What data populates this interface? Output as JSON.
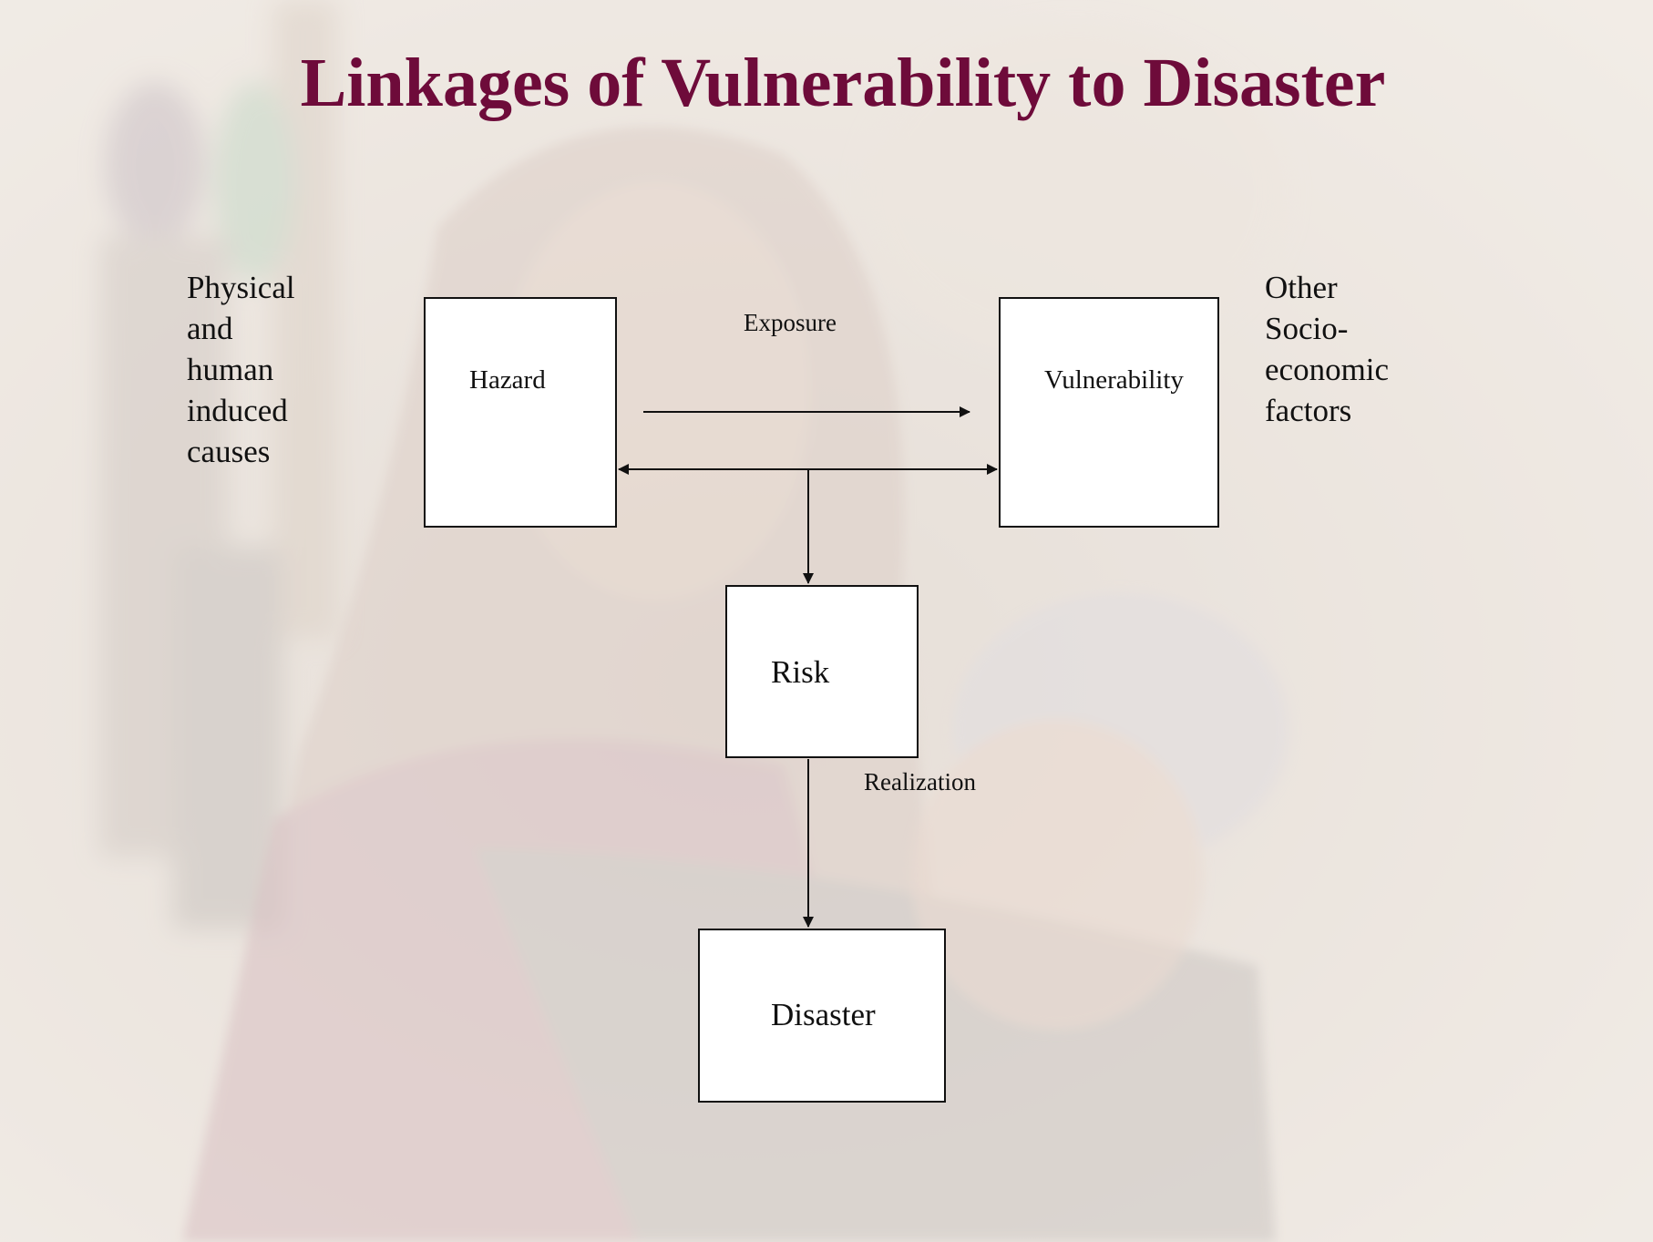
{
  "slide": {
    "title": "Linkages of Vulnerability to Disaster"
  },
  "left_note": {
    "lines": [
      "Physical",
      "and",
      "human",
      "induced",
      "causes"
    ]
  },
  "right_note": {
    "lines": [
      "Other",
      "Socio-",
      "economic",
      "factors"
    ]
  },
  "diagram": {
    "nodes": {
      "hazard": "Hazard",
      "vulnerability": "Vulnerability",
      "risk": "Risk",
      "disaster": "Disaster"
    },
    "edge_labels": {
      "exposure": "Exposure",
      "realization": "Realization"
    }
  },
  "colors": {
    "title": "#6e0b3a",
    "box_fill": "#ffffff",
    "line": "#111111",
    "background_wash": "#f3eee8"
  }
}
